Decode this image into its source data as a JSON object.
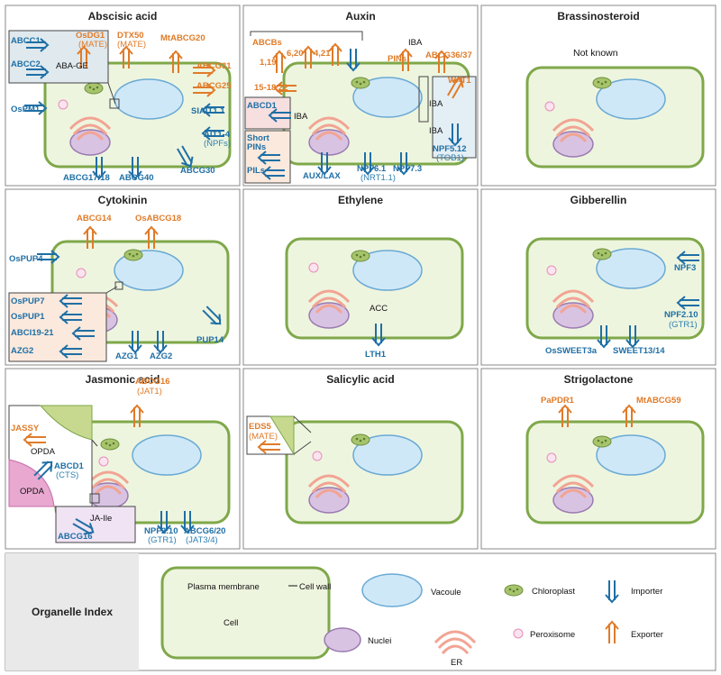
{
  "panels": {
    "abscisic": {
      "title": "Abscisic acid",
      "labels": [
        "ABCC1",
        "ABCC2",
        "ABA-GE",
        "OsDG1",
        "(MATE)",
        "DTX50",
        "(MATE)",
        "MtABCG20",
        "ABCG31",
        "ABCG25",
        "OsPM1",
        "SIAIT1.1",
        "AIT1-4",
        "(NPFs)",
        "ABCG17/18",
        "ABCG40",
        "ABCG30"
      ]
    },
    "auxin": {
      "title": "Auxin",
      "labels": [
        "ABCBs",
        "1,19",
        "6,20",
        "4,21",
        "15-18,22",
        "PINs",
        "IBA",
        "ABCG36/37",
        "WAT1",
        "ABCD1",
        "IBA",
        "Short",
        "PINs",
        "PILs",
        "IBA",
        "IBA",
        "NPF5.12",
        "(TOB1)",
        "AUX/LAX",
        "NPF6.1",
        "(NRT1.1)",
        "NPF7.3"
      ]
    },
    "brassino": {
      "title": "Brassinosteroid",
      "labels": [
        "Not known"
      ]
    },
    "cytokinin": {
      "title": "Cytokinin",
      "labels": [
        "ABCG14",
        "OsABCG18",
        "OsPUP4",
        "OsPUP7",
        "OsPUP1",
        "ABCI19-21",
        "AZG2",
        "AZG1",
        "AZG2",
        "PUP14"
      ]
    },
    "ethylene": {
      "title": "Ethylene",
      "labels": [
        "ACC",
        "LTH1"
      ]
    },
    "gibberellin": {
      "title": "Gibberellin",
      "labels": [
        "NPF3",
        "NPF2.10",
        "(GTR1)",
        "OsSWEET3a",
        "SWEET13/14"
      ]
    },
    "jasmonic": {
      "title": "Jasmonic acid",
      "labels": [
        "JASSY",
        "ABCG16",
        "(JAT1)",
        "OPDA",
        "ABCD1",
        "(CTS)",
        "OPDA",
        "JA-Ile",
        "ABCG16",
        "NPF2.10",
        "(GTR1)",
        "ABCG6/20",
        "(JAT3/4)"
      ]
    },
    "salicylic": {
      "title": "Salicylic acid",
      "labels": [
        "EDS5",
        "(MATE)"
      ]
    },
    "strigolactone": {
      "title": "Strigolactone",
      "labels": [
        "PaPDR1",
        "MtABCG59"
      ]
    }
  },
  "index": {
    "title": "Organelle Index",
    "plasma_membrane": "Plasma membrane",
    "cell_wall": "Cell wall",
    "cell": "Cell",
    "vacuole": "Vacoule",
    "chloroplast": "Chloroplast",
    "importer": "Importer",
    "nuclei": "Nuclei",
    "er": "ER",
    "peroxisome": "Peroxisome",
    "exporter": "Exporter"
  },
  "colors": {
    "importer": "#1f6fa5",
    "exporter": "#e07b28",
    "cell_fill": "#eef5df",
    "cell_border": "#7fa84a",
    "vacuole": "#cfe8f7",
    "nucleus": "#d9c3e3",
    "er": "#f2a493",
    "chloroplast": "#8fb45a",
    "peroxisome": "#e58fb9",
    "index_bg": "#e9e9e9"
  }
}
